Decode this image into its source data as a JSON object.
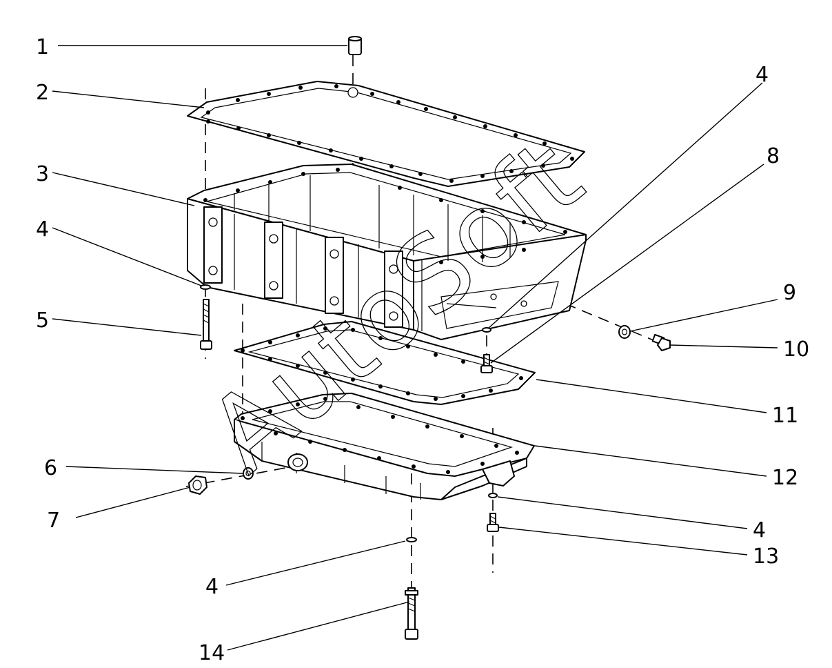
{
  "watermark": "AutoSoft",
  "callouts": [
    {
      "id": "c1",
      "label": "1"
    },
    {
      "id": "c2",
      "label": "2"
    },
    {
      "id": "c3",
      "label": "3"
    },
    {
      "id": "c4a",
      "label": "4"
    },
    {
      "id": "c4b",
      "label": "4"
    },
    {
      "id": "c4c",
      "label": "4"
    },
    {
      "id": "c4d",
      "label": "4"
    },
    {
      "id": "c5",
      "label": "5"
    },
    {
      "id": "c6",
      "label": "6"
    },
    {
      "id": "c7",
      "label": "7"
    },
    {
      "id": "c8",
      "label": "8"
    },
    {
      "id": "c9",
      "label": "9"
    },
    {
      "id": "c10",
      "label": "10"
    },
    {
      "id": "c11",
      "label": "11"
    },
    {
      "id": "c12",
      "label": "12"
    },
    {
      "id": "c13",
      "label": "13"
    },
    {
      "id": "c14",
      "label": "14"
    }
  ]
}
